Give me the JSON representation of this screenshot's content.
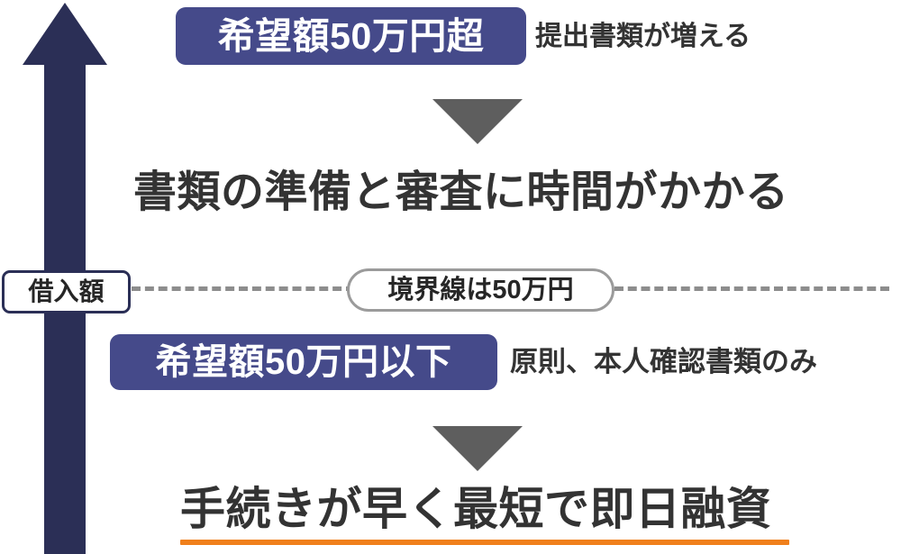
{
  "diagram": {
    "axis": {
      "label": "借入額",
      "icon": "up-arrow-icon",
      "color": "#2b2f56",
      "direction": "up"
    },
    "divider": {
      "pill_label": "境界線は50万円",
      "line_style": "dashed",
      "line_color": "#8d8d8d",
      "pill_border_color": "#9b9b9b"
    },
    "upper_branch": {
      "badge_label": "希望額50万円超",
      "badge_color": "#454a8a",
      "badge_text_color": "#ffffff",
      "note": "提出書類が増える",
      "arrow_icon": "triangle-down-icon",
      "arrow_color": "#5e5e5e",
      "outcome": "書類の準備と審査に時間がかかる"
    },
    "lower_branch": {
      "badge_label": "希望額50万円以下",
      "badge_color": "#454a8a",
      "badge_text_color": "#ffffff",
      "note": "原則、本人確認書類のみ",
      "arrow_icon": "triangle-down-icon",
      "arrow_color": "#5e5e5e",
      "outcome": "手続きが早く最短で即日融資",
      "outcome_underline_color": "#f0801c"
    }
  }
}
